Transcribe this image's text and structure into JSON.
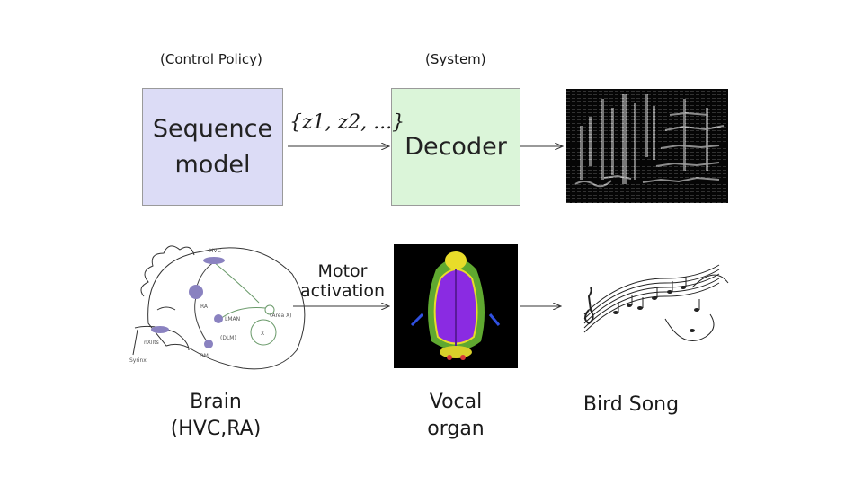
{
  "header": {
    "control_policy": "(Control Policy)",
    "system": "(System)"
  },
  "top_row": {
    "sequence_model_line1": "Sequence",
    "sequence_model_line2": "model",
    "latent_sequence": "{z1, z2, ...}",
    "decoder": "Decoder"
  },
  "bottom_row": {
    "motor_line1": "Motor",
    "motor_line2": "activation",
    "brain_line1": "Brain",
    "brain_line2": "(HVC,RA)",
    "vocal_line1": "Vocal",
    "vocal_line2": "organ",
    "bird_song": "Bird Song"
  },
  "brain_diagram_labels": {
    "hvc": "HVC",
    "ra": "RA",
    "lman": "LMAN",
    "dm": "DM",
    "nxllts": "nXllts",
    "syrinx": "Syrinx",
    "area_x": "(Area X)",
    "dlm": "(DLM)",
    "x": "X"
  },
  "colors": {
    "sequence_box": "#dcdcf6",
    "decoder_box": "#dbf5d9",
    "brain_nucleus": "#8a82c0",
    "vocal_organ_main": "#8a2be2",
    "vocal_organ_outline": "#e8dc2a"
  }
}
